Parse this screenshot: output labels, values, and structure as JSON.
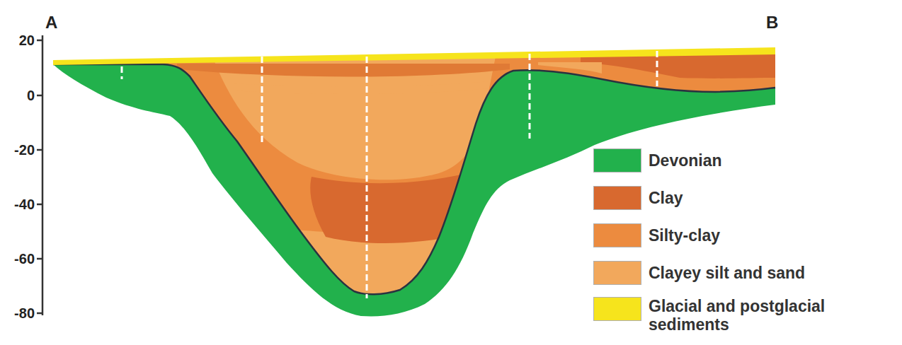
{
  "diagram": {
    "labels": [
      "A",
      "B",
      "20",
      "0",
      "-20",
      "-40",
      "-60",
      "-80"
    ],
    "legend": [
      {
        "text": "Devonian",
        "color": "#22b14c"
      },
      {
        "text": "Clay",
        "color": "#d8692f"
      },
      {
        "text": "Silty-clay",
        "color": "#ec8b3f"
      },
      {
        "text": "Clayey silt and sand",
        "color": "#f2a85c"
      },
      {
        "text": "Glacial and postglacial sediments",
        "color": "#f6e41c"
      }
    ]
  }
}
